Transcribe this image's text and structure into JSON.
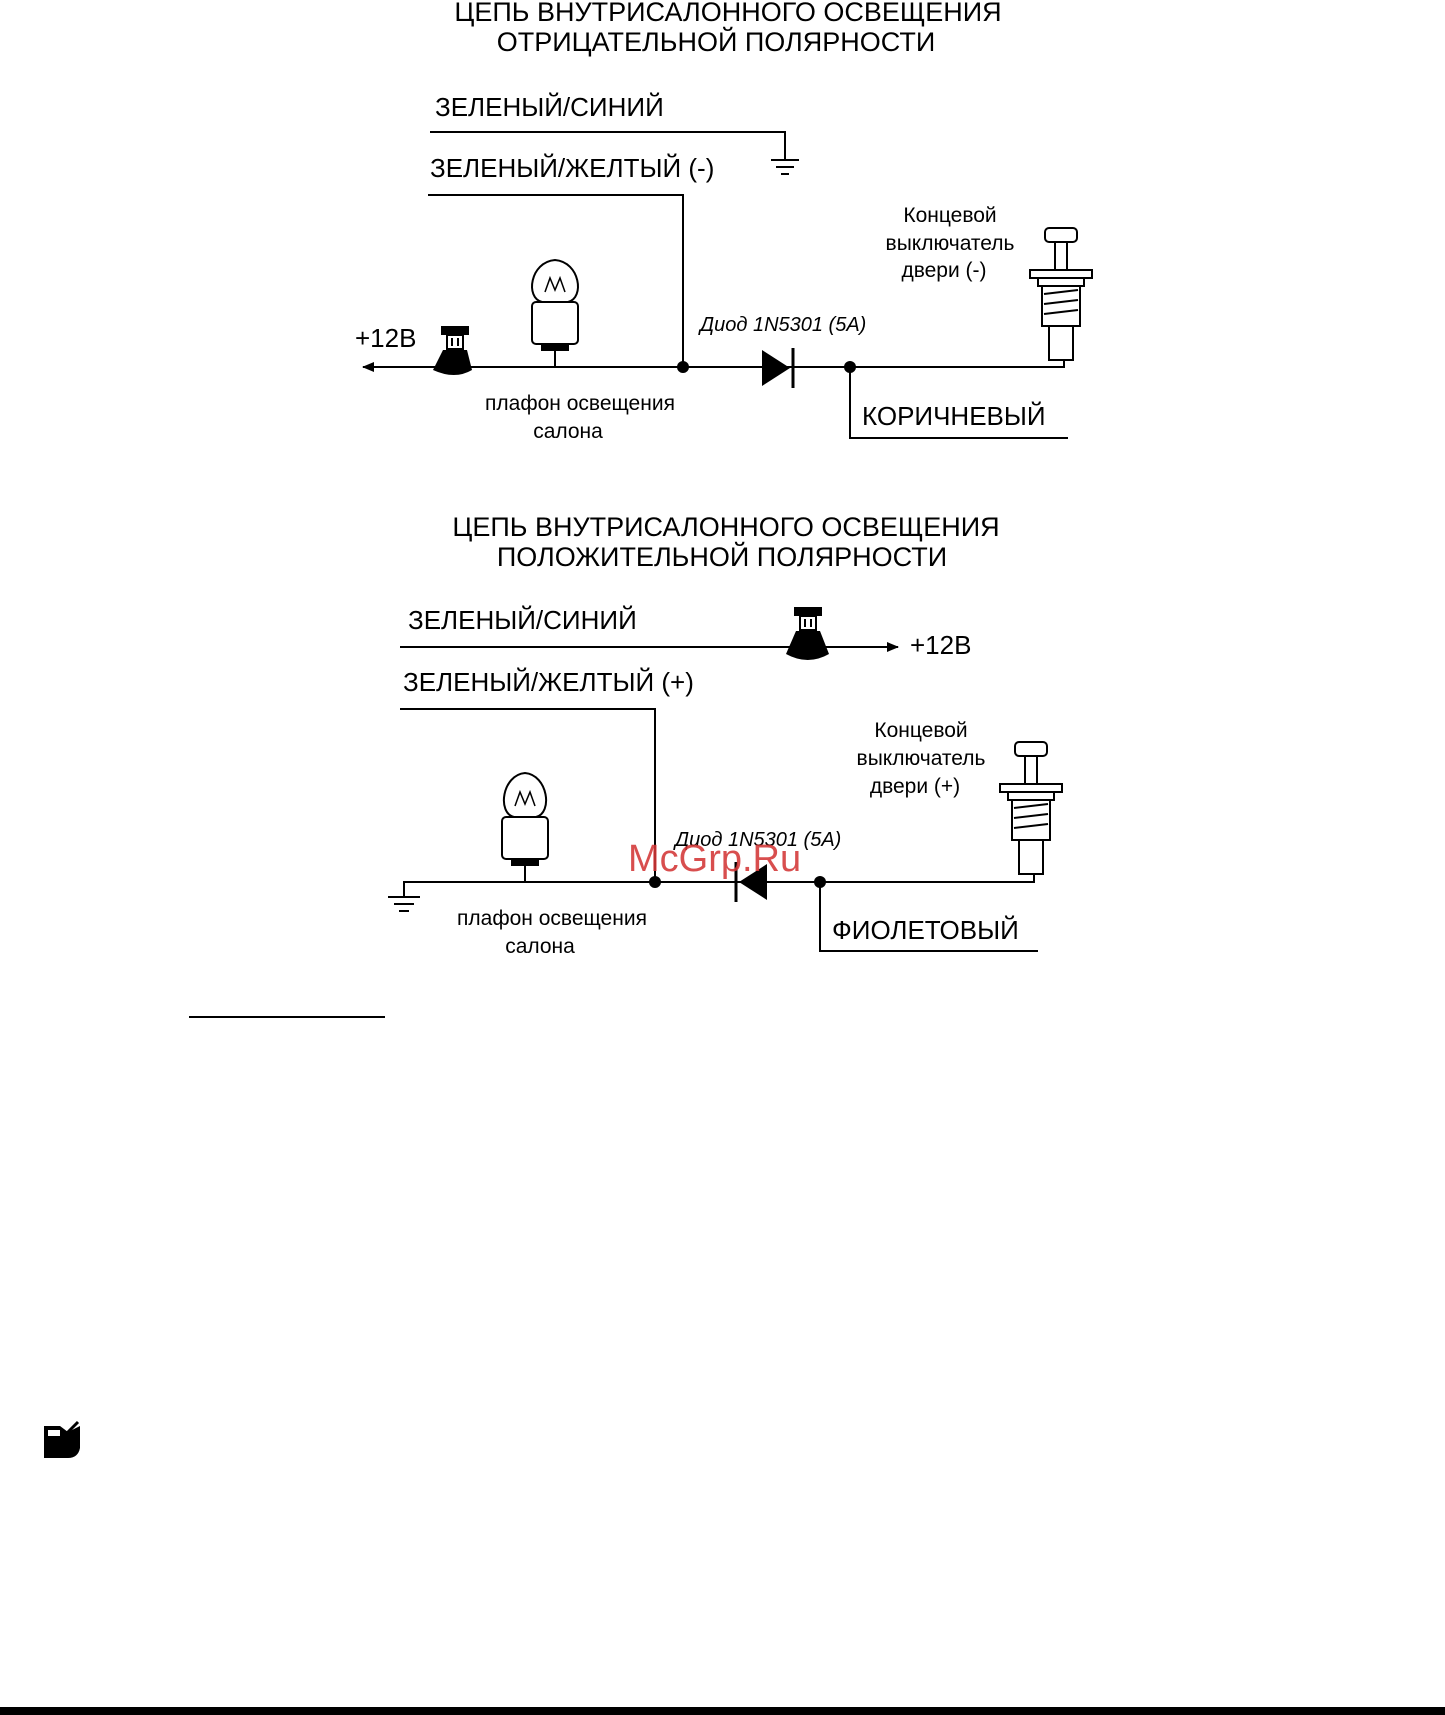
{
  "circuit_negative": {
    "title_line1": "ЦЕПЬ ВНУТРИСАЛОННОГО ОСВЕЩЕНИЯ",
    "title_line2": "ОТРИЦАТЕЛЬНОЙ ПОЛЯРНОСТИ",
    "wire_green_blue": "ЗЕЛЕНЫЙ/СИНИЙ",
    "wire_green_yellow": "ЗЕЛЕНЫЙ/ЖЕЛТЫЙ (-)",
    "switch_label_line1": "Концевой",
    "switch_label_line2": "выключатель",
    "switch_label_line3": "двери (-)",
    "diode_label": "Диод 1N5301 (5A)",
    "power_label": "+12В",
    "lamp_label_line1": "плафон освещения",
    "lamp_label_line2": "салона",
    "wire_brown": "КОРИЧНЕВЫЙ"
  },
  "circuit_positive": {
    "title_line1": "ЦЕПЬ ВНУТРИСАЛОННОГО ОСВЕЩЕНИЯ",
    "title_line2": "ПОЛОЖИТЕЛЬНОЙ ПОЛЯРНОСТИ",
    "wire_green_blue": "ЗЕЛЕНЫЙ/СИНИЙ",
    "power_label": "+12В",
    "wire_green_yellow": "ЗЕЛЕНЫЙ/ЖЕЛТЫЙ (+)",
    "switch_label_line1": "Концевой",
    "switch_label_line2": "выключатель",
    "switch_label_line3": "двери (+)",
    "diode_label": "Диод 1N5301 (5A)",
    "lamp_label_line1": "плафон освещения",
    "lamp_label_line2": "салона",
    "wire_violet": "ФИОЛЕТОВЫЙ"
  },
  "watermark": "McGrp.Ru",
  "icons": [
    "ground-icon",
    "fuse-icon",
    "lamp-icon",
    "diode-icon",
    "door-switch-icon",
    "car-hood-icon"
  ]
}
